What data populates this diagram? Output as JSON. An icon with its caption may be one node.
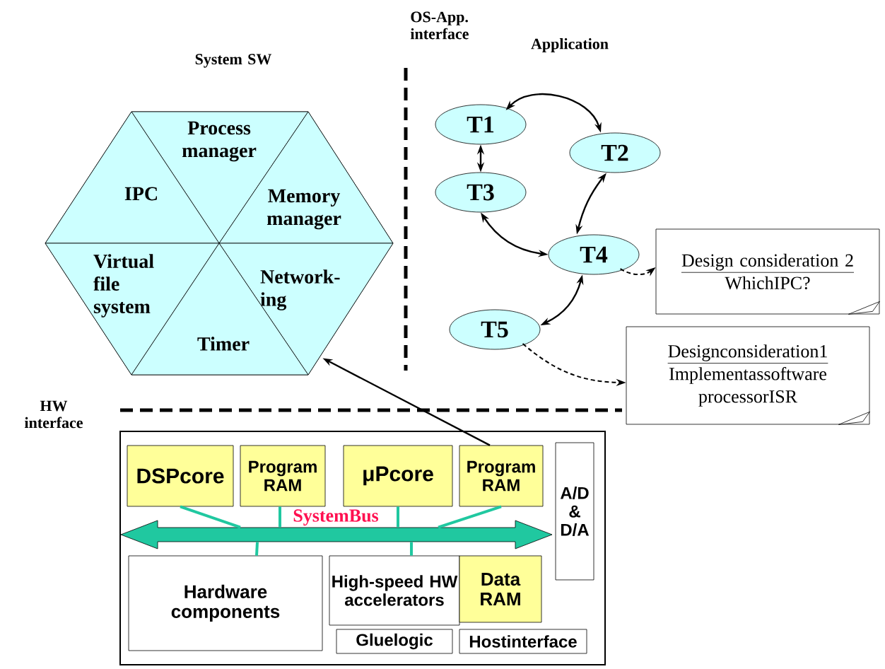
{
  "diagram": {
    "nodes": [
      {
        "text": [],
        "shape": "hexagon"
      },
      {
        "text": [
          "Process manager"
        ],
        "in": 0
      },
      {
        "text": [
          "IPC"
        ],
        "in": 0
      },
      {
        "text": [
          "Memory manager"
        ],
        "in": 0
      },
      {
        "text": [
          "Virtual file system"
        ],
        "in": 0
      },
      {
        "text": [
          "Network- ing"
        ],
        "in": 0
      },
      {
        "text": [
          "Timer"
        ],
        "in": 0
      },
      {
        "text": [
          "T1"
        ]
      },
      {
        "text": [
          "T2"
        ]
      },
      {
        "text": [
          "T3"
        ]
      },
      {
        "text": [
          "T4"
        ]
      },
      {
        "text": [
          "T5"
        ]
      },
      {
        "text": [
          "Design consideration 2",
          "WhichIPC?"
        ]
      },
      {
        "text": [
          "Designconsideration1",
          "Implementassoftware processorISR"
        ]
      },
      {
        "text": [],
        "shape": "box"
      },
      {
        "text": [
          "DSPcore"
        ],
        "in": 14
      },
      {
        "text": [
          "Program RAM"
        ],
        "in": 14
      },
      {
        "text": [
          "μPcore"
        ],
        "in": 14
      },
      {
        "text": [
          "Program RAM"
        ],
        "in": 14
      },
      {
        "text": [
          "A/D & D/A"
        ],
        "in": 14
      },
      {
        "text": [
          "Hardware components"
        ],
        "in": 14
      },
      {
        "text": [
          "High-speed HW accelerators"
        ],
        "in": 14
      },
      {
        "text": [
          "Data RAM"
        ],
        "in": 14
      },
      {
        "text": [
          "Gluelogic"
        ],
        "in": 14
      },
      {
        "text": [
          "Hostinterface"
        ],
        "in": 14
      },
      {
        "text": [
          "SystemBus"
        ],
        "in": 14
      }
    ],
    "edges": [
      {
        "from": 7,
        "to": 8,
        "arrow": "both"
      },
      {
        "from": 7,
        "to": 9,
        "arrow": "both"
      },
      {
        "from": 8,
        "to": 10,
        "arrow": "both"
      },
      {
        "from": 9,
        "to": 10,
        "arrow": "both"
      },
      {
        "from": 10,
        "to": 11,
        "arrow": "both"
      },
      {
        "from": 10,
        "to": 12,
        "arrow": "to",
        "style": "dashed"
      },
      {
        "from": 11,
        "to": 13,
        "arrow": "to",
        "style": "dashed"
      },
      {
        "from": 18,
        "to": 0,
        "arrow": "to"
      },
      {
        "from": 15,
        "to": 25,
        "arrow": "none",
        "color": "#20c8a0"
      },
      {
        "from": 16,
        "to": 25,
        "arrow": "none",
        "color": "#20c8a0"
      },
      {
        "from": 17,
        "to": 25,
        "arrow": "none",
        "color": "#20c8a0"
      },
      {
        "from": 18,
        "to": 25,
        "arrow": "none",
        "color": "#20c8a0"
      },
      {
        "from": 20,
        "to": 25,
        "arrow": "none",
        "color": "#20c8a0"
      },
      {
        "from": 21,
        "to": 25,
        "arrow": "none",
        "color": "#20c8a0"
      }
    ],
    "labels": [
      "OS-App. interface",
      "System SW",
      "Application",
      "HW interface"
    ]
  }
}
